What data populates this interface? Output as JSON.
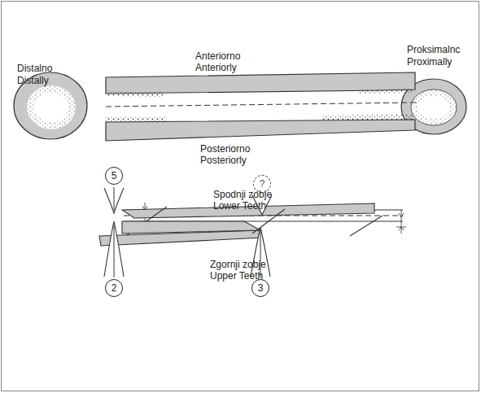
{
  "diagram": {
    "nodes": [
      {
        "text": [
          "5"
        ]
      },
      {
        "text": [
          "?"
        ]
      },
      {
        "text": [
          "2"
        ]
      },
      {
        "text": [
          "3"
        ]
      }
    ],
    "labels": [
      "Distalno",
      "Distally",
      "Anteriorno",
      "Anteriorly",
      "Proksimalnc",
      "Proximally",
      "Posteriorno",
      "Posteriorly",
      "Spodnji zobje",
      "Lower Teeth",
      "Zgornji zobje",
      "Upper Teeth"
    ]
  }
}
